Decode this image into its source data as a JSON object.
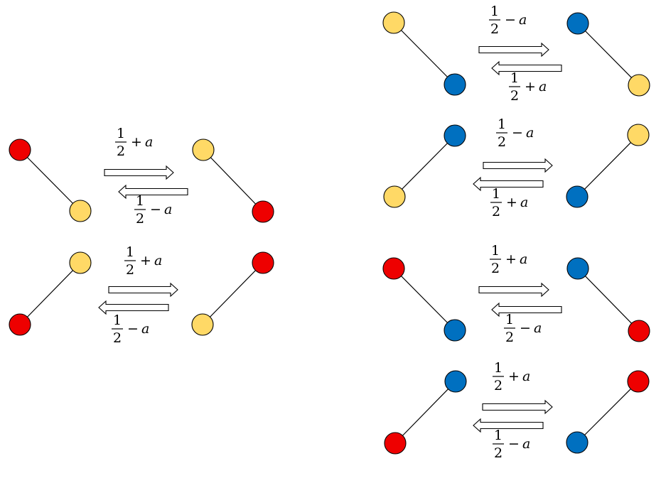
{
  "colors": {
    "red": "#ee0000",
    "yellow": "#ffd966",
    "blue": "#0070c0"
  },
  "rate_plus": {
    "num": "1",
    "den": "2",
    "op": "+",
    "var": "a"
  },
  "rate_minus": {
    "num": "1",
    "den": "2",
    "op": "−",
    "var": "a"
  },
  "reactions": [
    {
      "id": "left-1",
      "reactant": [
        "red",
        "yellow"
      ],
      "product": [
        "yellow",
        "red"
      ],
      "forward_rate": "1/2 + a",
      "backward_rate": "1/2 − a"
    },
    {
      "id": "left-2",
      "reactant": [
        "yellow",
        "red"
      ],
      "product": [
        "red",
        "yellow"
      ],
      "forward_rate": "1/2 + a",
      "backward_rate": "1/2 − a"
    },
    {
      "id": "right-1",
      "reactant": [
        "yellow",
        "blue"
      ],
      "product": [
        "blue",
        "yellow"
      ],
      "forward_rate": "1/2 − a",
      "backward_rate": "1/2 + a"
    },
    {
      "id": "right-2",
      "reactant": [
        "blue",
        "yellow"
      ],
      "product": [
        "yellow",
        "blue"
      ],
      "forward_rate": "1/2 − a",
      "backward_rate": "1/2 + a"
    },
    {
      "id": "right-3",
      "reactant": [
        "red",
        "blue"
      ],
      "product": [
        "blue",
        "red"
      ],
      "forward_rate": "1/2 + a",
      "backward_rate": "1/2 − a"
    },
    {
      "id": "right-4",
      "reactant": [
        "blue",
        "red"
      ],
      "product": [
        "red",
        "blue"
      ],
      "forward_rate": "1/2 + a",
      "backward_rate": "1/2 − a"
    }
  ]
}
